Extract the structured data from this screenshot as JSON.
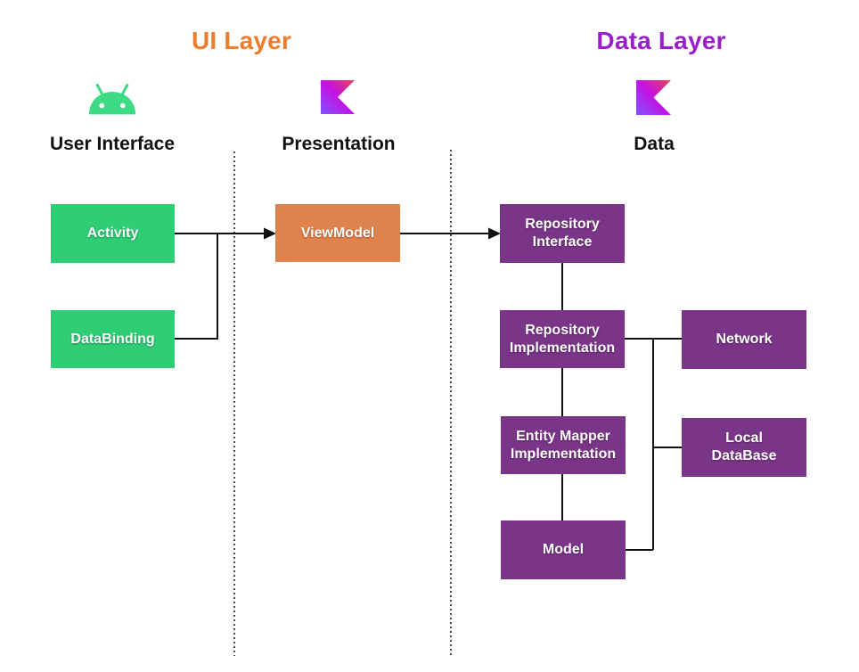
{
  "headers": {
    "ui": {
      "label": "UI Layer",
      "color": "#EC7D2D"
    },
    "data": {
      "label": "Data Layer",
      "color": "#9B1FC9"
    }
  },
  "columns": [
    {
      "id": "user-interface",
      "label": "User Interface",
      "icon": "android-icon"
    },
    {
      "id": "presentation",
      "label": "Presentation",
      "icon": "kotlin-icon"
    },
    {
      "id": "data",
      "label": "Data",
      "icon": "kotlin-icon"
    }
  ],
  "nodes": [
    {
      "id": "activity",
      "label": "Activity",
      "color": "#2FCE75"
    },
    {
      "id": "databinding",
      "label": "DataBinding",
      "color": "#2FCE75"
    },
    {
      "id": "viewmodel",
      "label": "ViewModel",
      "color": "#E0824C"
    },
    {
      "id": "repository-interface",
      "label": "Repository\nInterface",
      "color": "#7B3588"
    },
    {
      "id": "repository-implementation",
      "label": "Repository\nImplementation",
      "color": "#7B3588"
    },
    {
      "id": "entity-mapper-implementation",
      "label": "Entity Mapper\nImplementation",
      "color": "#7B3588"
    },
    {
      "id": "model",
      "label": "Model",
      "color": "#7B3588"
    },
    {
      "id": "network",
      "label": "Network",
      "color": "#7B3588"
    },
    {
      "id": "local-database",
      "label": "Local\nDataBase",
      "color": "#7B3588"
    }
  ],
  "colors": {
    "android_green": "#3DDC84",
    "kotlin_gradient": [
      "#E44857",
      "#C711E1",
      "#7F52FF"
    ],
    "connector": "#111111",
    "divider": "#4a4a4a",
    "background": "#ffffff"
  }
}
